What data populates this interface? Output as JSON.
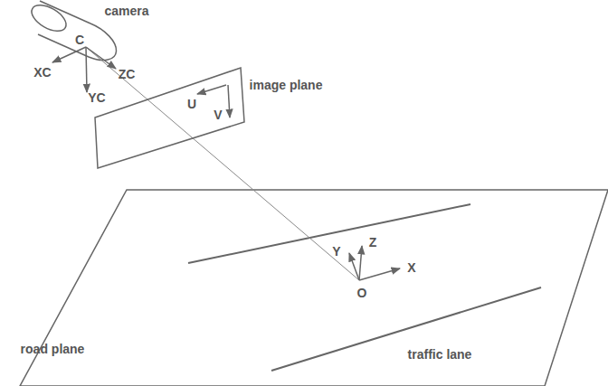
{
  "diagram": {
    "labels": [
      "camera",
      "C",
      "XC",
      "YC",
      "ZC",
      "image plane",
      "U",
      "V",
      "Y",
      "Z",
      "X",
      "O",
      "road plane",
      "traffic lane"
    ]
  }
}
